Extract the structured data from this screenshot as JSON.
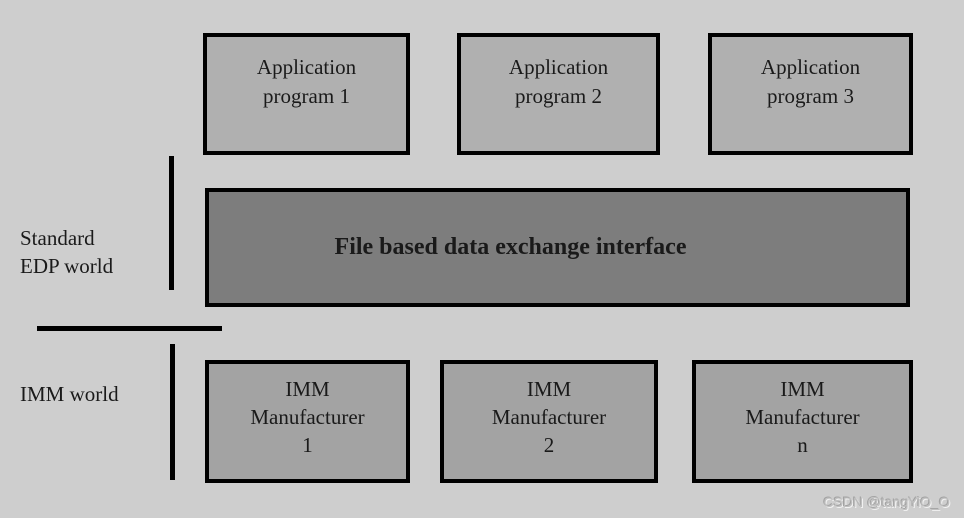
{
  "diagram": {
    "side_labels": {
      "edp": "Standard\nEDP world",
      "imm": "IMM world"
    },
    "top_boxes": [
      {
        "label": "Application\nprogram 1"
      },
      {
        "label": "Application\nprogram 2"
      },
      {
        "label": "Application\nprogram 3"
      }
    ],
    "interface_box": {
      "label": "File based data exchange interface"
    },
    "bottom_boxes": [
      {
        "label": "IMM\nManufacturer\n1"
      },
      {
        "label": "IMM\nManufacturer\n2"
      },
      {
        "label": "IMM\nManufacturer\nn"
      }
    ]
  },
  "watermark": "CSDN @tangYiO_O",
  "colors": {
    "background": "#cecece",
    "top_box_fill": "#b0b0b0",
    "interface_fill": "#7d7d7d",
    "bottom_box_fill": "#a3a3a3",
    "border": "#000000",
    "watermark": "#bfbfbf"
  }
}
